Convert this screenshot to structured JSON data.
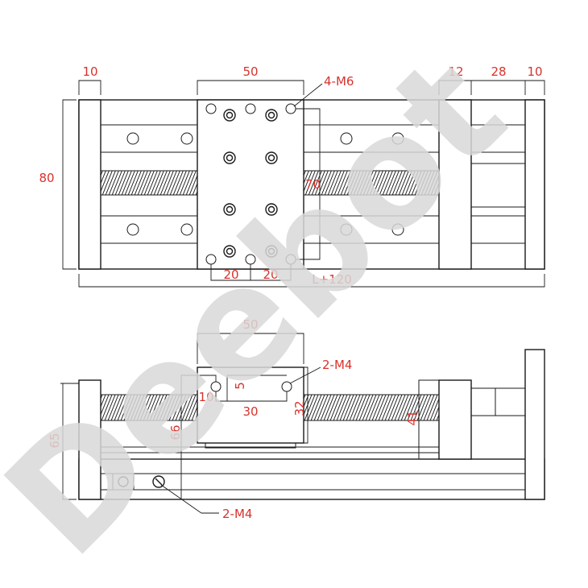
{
  "colors": {
    "dimension_text": "#d8322c",
    "line": "#1a1a1a",
    "watermark": "#d9d9d9"
  },
  "watermark": {
    "text": "Deebot"
  },
  "top_view": {
    "dims": {
      "left_end_width": "10",
      "carriage_width": "50",
      "top_holes": "4-M6",
      "motor_gap": "12",
      "motor_length": "28",
      "right_end_width": "10",
      "height": "80",
      "hole_pitch_vertical": "70",
      "hole_pitch_left": "20",
      "hole_pitch_right": "20",
      "total_length": "L+120"
    }
  },
  "side_view": {
    "dims": {
      "carriage_width": "50",
      "top_holes": "2-M4",
      "hole_inset": "10",
      "hole_offset": "5",
      "hole_spacing": "30",
      "carriage_thickness": "32",
      "height": "65",
      "center_height": "66",
      "motor_height": "41",
      "bottom_holes": "2-M4"
    }
  }
}
